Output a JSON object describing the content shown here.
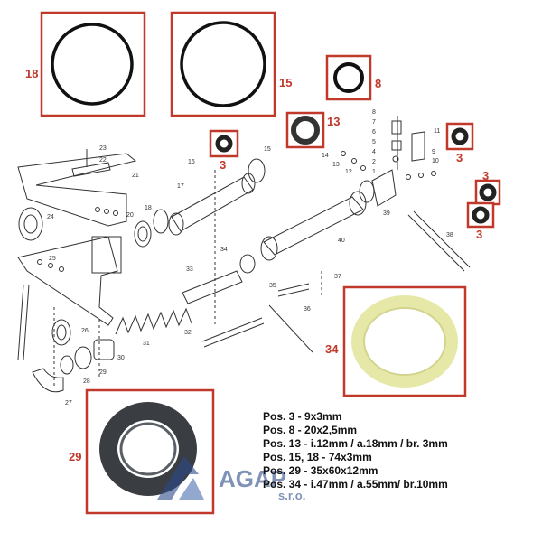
{
  "labels": {
    "l18": "18",
    "l15": "15",
    "l8": "8",
    "l13": "13",
    "l3a": "3",
    "l3b": "3",
    "l3c": "3",
    "l3d": "3",
    "l34": "34",
    "l29": "29"
  },
  "parts": {
    "p23": "23",
    "p22": "22",
    "p21": "21",
    "p24": "24",
    "p25": "25",
    "p26": "26",
    "p27": "27",
    "p28": "28",
    "p29": "29",
    "p30": "30",
    "p31": "31",
    "p32": "32",
    "p33": "33",
    "p34": "34",
    "p35": "35",
    "p36": "36",
    "p37": "37",
    "p38": "38",
    "p39": "39",
    "p40": "40",
    "p20": "20",
    "p18": "18",
    "p17": "17",
    "p16": "16",
    "p3": "3",
    "p15": "15",
    "p14": "14",
    "p13": "13",
    "p12": "12",
    "p8": "8",
    "p7": "7",
    "p6": "6",
    "p5": "5",
    "p4": "4",
    "p2": "2",
    "p1": "1",
    "p9": "9",
    "p10": "10",
    "p11": "11"
  },
  "specs": [
    "Pos. 3 - 9x3mm",
    "Pos. 8 - 20x2,5mm",
    "Pos. 13 - i.12mm / a.18mm / br. 3mm",
    "Pos. 15, 18 - 74x3mm",
    "Pos. 29 - 35x60x12mm",
    "Pos. 34 -  i.47mm / a.55mm/ br.10mm"
  ],
  "logo": {
    "text": "AGAP",
    "suffix": "s.r.o.",
    "color": "#2c4a8a"
  },
  "colors": {
    "highlight_border": "#c0392b",
    "label_red": "#c0392b"
  }
}
